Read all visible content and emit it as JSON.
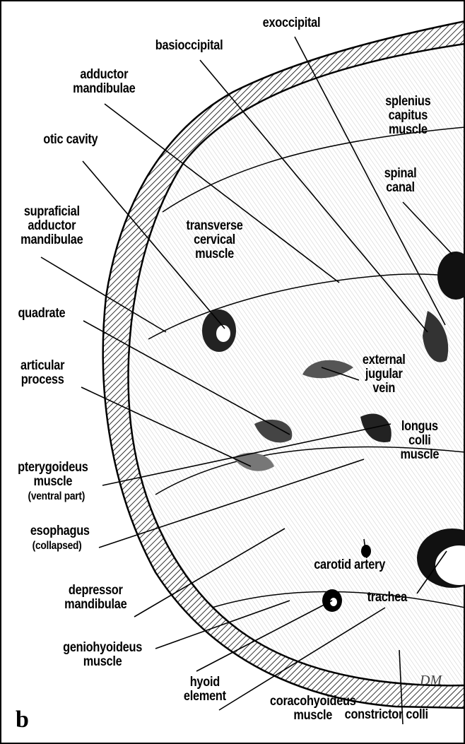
{
  "labels": {
    "exoccipital": "exoccipital",
    "basioccipital": "basioccipital",
    "adductor_mandibulae": "adductor\nmandibulae",
    "splenius_capitus_muscle": "splenius\ncapitus\nmuscle",
    "otic_cavity": "otic cavity",
    "spinal_canal": "spinal\ncanal",
    "supraficial_adductor_mandibulae": "supraficial\nadductor\nmandibulae",
    "transverse_cervical_muscle": "transverse\ncervical\nmuscle",
    "quadrate": "quadrate",
    "external_jugular_vein": "external\njugular\nvein",
    "articular_process": "articular\nprocess",
    "longus_colli_muscle": "longus\ncolli\nmuscle",
    "pterygoideus_muscle": "pterygoideus\nmuscle",
    "pterygoideus_sub": "(ventral part)",
    "esophagus": "esophagus",
    "esophagus_sub": "(collapsed)",
    "carotid_artery": "carotid artery",
    "trachea": "trachea",
    "depressor_mandibulae": "depressor\nmandibulae",
    "geniohyoideus_muscle": "geniohyoideus\nmuscle",
    "hyoid_element": "hyoid\nelement",
    "coracohyoideus_muscle": "coracohyoideus\nmuscle",
    "constrictor_colli": "constrictor colli"
  },
  "panel_letter": "b",
  "signature": "DM"
}
